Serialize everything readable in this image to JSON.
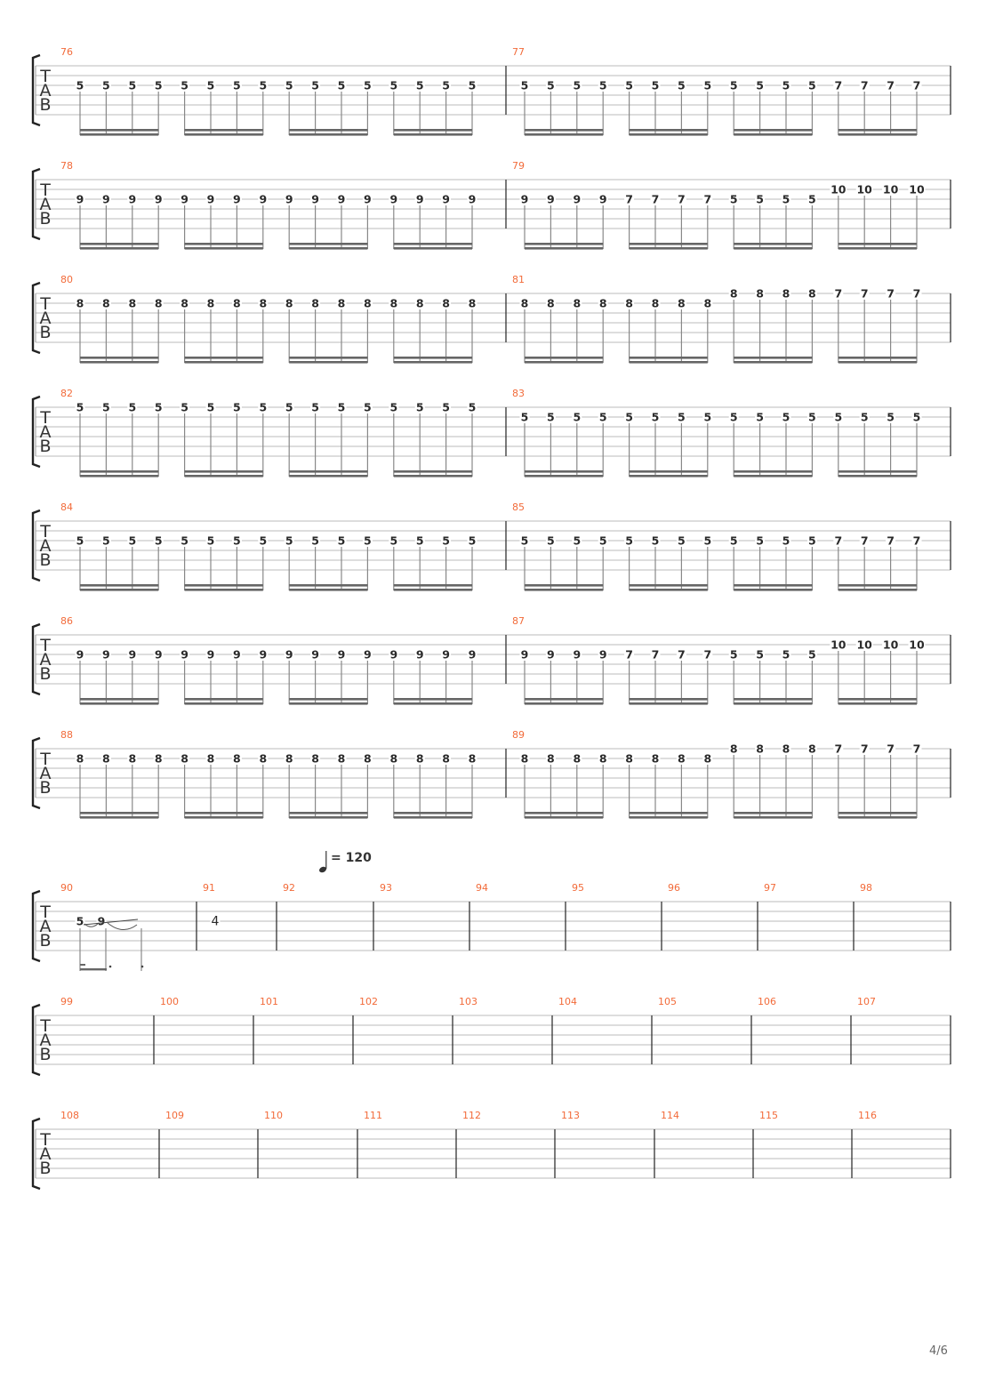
{
  "page_number": "4/6",
  "tempo": {
    "icon": "quarter-note-icon",
    "value": "= 120"
  },
  "tab_clef": [
    "T",
    "A",
    "B"
  ],
  "colors": {
    "measure_number": "#f26b3a",
    "staff_line": "#bbbbbb",
    "notes": "#2a2a2a"
  },
  "systems": [
    {
      "measures": [
        {
          "number": "76",
          "notes": [
            [
              "5",
              3
            ],
            [
              "5",
              3
            ],
            [
              "5",
              3
            ],
            [
              "5",
              3
            ],
            [
              "5",
              3
            ],
            [
              "5",
              3
            ],
            [
              "5",
              3
            ],
            [
              "5",
              3
            ],
            [
              "5",
              3
            ],
            [
              "5",
              3
            ],
            [
              "5",
              3
            ],
            [
              "5",
              3
            ],
            [
              "5",
              3
            ],
            [
              "5",
              3
            ],
            [
              "5",
              3
            ],
            [
              "5",
              3
            ]
          ]
        },
        {
          "number": "77",
          "notes": [
            [
              "5",
              3
            ],
            [
              "5",
              3
            ],
            [
              "5",
              3
            ],
            [
              "5",
              3
            ],
            [
              "5",
              3
            ],
            [
              "5",
              3
            ],
            [
              "5",
              3
            ],
            [
              "5",
              3
            ],
            [
              "5",
              3
            ],
            [
              "5",
              3
            ],
            [
              "5",
              3
            ],
            [
              "5",
              3
            ],
            [
              "7",
              3
            ],
            [
              "7",
              3
            ],
            [
              "7",
              3
            ],
            [
              "7",
              3
            ]
          ]
        }
      ]
    },
    {
      "measures": [
        {
          "number": "78",
          "notes": [
            [
              "9",
              3
            ],
            [
              "9",
              3
            ],
            [
              "9",
              3
            ],
            [
              "9",
              3
            ],
            [
              "9",
              3
            ],
            [
              "9",
              3
            ],
            [
              "9",
              3
            ],
            [
              "9",
              3
            ],
            [
              "9",
              3
            ],
            [
              "9",
              3
            ],
            [
              "9",
              3
            ],
            [
              "9",
              3
            ],
            [
              "9",
              3
            ],
            [
              "9",
              3
            ],
            [
              "9",
              3
            ],
            [
              "9",
              3
            ]
          ]
        },
        {
          "number": "79",
          "notes": [
            [
              "9",
              3
            ],
            [
              "9",
              3
            ],
            [
              "9",
              3
            ],
            [
              "9",
              3
            ],
            [
              "7",
              3
            ],
            [
              "7",
              3
            ],
            [
              "7",
              3
            ],
            [
              "7",
              3
            ],
            [
              "5",
              3
            ],
            [
              "5",
              3
            ],
            [
              "5",
              3
            ],
            [
              "5",
              3
            ],
            [
              "10",
              2
            ],
            [
              "10",
              2
            ],
            [
              "10",
              2
            ],
            [
              "10",
              2
            ]
          ]
        }
      ]
    },
    {
      "measures": [
        {
          "number": "80",
          "notes": [
            [
              "8",
              2
            ],
            [
              "8",
              2
            ],
            [
              "8",
              2
            ],
            [
              "8",
              2
            ],
            [
              "8",
              2
            ],
            [
              "8",
              2
            ],
            [
              "8",
              2
            ],
            [
              "8",
              2
            ],
            [
              "8",
              2
            ],
            [
              "8",
              2
            ],
            [
              "8",
              2
            ],
            [
              "8",
              2
            ],
            [
              "8",
              2
            ],
            [
              "8",
              2
            ],
            [
              "8",
              2
            ],
            [
              "8",
              2
            ]
          ]
        },
        {
          "number": "81",
          "notes": [
            [
              "8",
              2
            ],
            [
              "8",
              2
            ],
            [
              "8",
              2
            ],
            [
              "8",
              2
            ],
            [
              "8",
              2
            ],
            [
              "8",
              2
            ],
            [
              "8",
              2
            ],
            [
              "8",
              2
            ],
            [
              "8",
              1
            ],
            [
              "8",
              1
            ],
            [
              "8",
              1
            ],
            [
              "8",
              1
            ],
            [
              "7",
              1
            ],
            [
              "7",
              1
            ],
            [
              "7",
              1
            ],
            [
              "7",
              1
            ]
          ]
        }
      ]
    },
    {
      "measures": [
        {
          "number": "82",
          "notes": [
            [
              "5",
              1
            ],
            [
              "5",
              1
            ],
            [
              "5",
              1
            ],
            [
              "5",
              1
            ],
            [
              "5",
              1
            ],
            [
              "5",
              1
            ],
            [
              "5",
              1
            ],
            [
              "5",
              1
            ],
            [
              "5",
              1
            ],
            [
              "5",
              1
            ],
            [
              "5",
              1
            ],
            [
              "5",
              1
            ],
            [
              "5",
              1
            ],
            [
              "5",
              1
            ],
            [
              "5",
              1
            ],
            [
              "5",
              1
            ]
          ]
        },
        {
          "number": "83",
          "notes": [
            [
              "5",
              2
            ],
            [
              "5",
              2
            ],
            [
              "5",
              2
            ],
            [
              "5",
              2
            ],
            [
              "5",
              2
            ],
            [
              "5",
              2
            ],
            [
              "5",
              2
            ],
            [
              "5",
              2
            ],
            [
              "5",
              2
            ],
            [
              "5",
              2
            ],
            [
              "5",
              2
            ],
            [
              "5",
              2
            ],
            [
              "5",
              2
            ],
            [
              "5",
              2
            ],
            [
              "5",
              2
            ],
            [
              "5",
              2
            ]
          ]
        }
      ]
    },
    {
      "measures": [
        {
          "number": "84",
          "notes": [
            [
              "5",
              3
            ],
            [
              "5",
              3
            ],
            [
              "5",
              3
            ],
            [
              "5",
              3
            ],
            [
              "5",
              3
            ],
            [
              "5",
              3
            ],
            [
              "5",
              3
            ],
            [
              "5",
              3
            ],
            [
              "5",
              3
            ],
            [
              "5",
              3
            ],
            [
              "5",
              3
            ],
            [
              "5",
              3
            ],
            [
              "5",
              3
            ],
            [
              "5",
              3
            ],
            [
              "5",
              3
            ],
            [
              "5",
              3
            ]
          ]
        },
        {
          "number": "85",
          "notes": [
            [
              "5",
              3
            ],
            [
              "5",
              3
            ],
            [
              "5",
              3
            ],
            [
              "5",
              3
            ],
            [
              "5",
              3
            ],
            [
              "5",
              3
            ],
            [
              "5",
              3
            ],
            [
              "5",
              3
            ],
            [
              "5",
              3
            ],
            [
              "5",
              3
            ],
            [
              "5",
              3
            ],
            [
              "5",
              3
            ],
            [
              "7",
              3
            ],
            [
              "7",
              3
            ],
            [
              "7",
              3
            ],
            [
              "7",
              3
            ]
          ]
        }
      ]
    },
    {
      "measures": [
        {
          "number": "86",
          "notes": [
            [
              "9",
              3
            ],
            [
              "9",
              3
            ],
            [
              "9",
              3
            ],
            [
              "9",
              3
            ],
            [
              "9",
              3
            ],
            [
              "9",
              3
            ],
            [
              "9",
              3
            ],
            [
              "9",
              3
            ],
            [
              "9",
              3
            ],
            [
              "9",
              3
            ],
            [
              "9",
              3
            ],
            [
              "9",
              3
            ],
            [
              "9",
              3
            ],
            [
              "9",
              3
            ],
            [
              "9",
              3
            ],
            [
              "9",
              3
            ]
          ]
        },
        {
          "number": "87",
          "notes": [
            [
              "9",
              3
            ],
            [
              "9",
              3
            ],
            [
              "9",
              3
            ],
            [
              "9",
              3
            ],
            [
              "7",
              3
            ],
            [
              "7",
              3
            ],
            [
              "7",
              3
            ],
            [
              "7",
              3
            ],
            [
              "5",
              3
            ],
            [
              "5",
              3
            ],
            [
              "5",
              3
            ],
            [
              "5",
              3
            ],
            [
              "10",
              2
            ],
            [
              "10",
              2
            ],
            [
              "10",
              2
            ],
            [
              "10",
              2
            ]
          ]
        }
      ]
    },
    {
      "measures": [
        {
          "number": "88",
          "notes": [
            [
              "8",
              2
            ],
            [
              "8",
              2
            ],
            [
              "8",
              2
            ],
            [
              "8",
              2
            ],
            [
              "8",
              2
            ],
            [
              "8",
              2
            ],
            [
              "8",
              2
            ],
            [
              "8",
              2
            ],
            [
              "8",
              2
            ],
            [
              "8",
              2
            ],
            [
              "8",
              2
            ],
            [
              "8",
              2
            ],
            [
              "8",
              2
            ],
            [
              "8",
              2
            ],
            [
              "8",
              2
            ],
            [
              "8",
              2
            ]
          ]
        },
        {
          "number": "89",
          "notes": [
            [
              "8",
              2
            ],
            [
              "8",
              2
            ],
            [
              "8",
              2
            ],
            [
              "8",
              2
            ],
            [
              "8",
              2
            ],
            [
              "8",
              2
            ],
            [
              "8",
              2
            ],
            [
              "8",
              2
            ],
            [
              "8",
              1
            ],
            [
              "8",
              1
            ],
            [
              "8",
              1
            ],
            [
              "8",
              1
            ],
            [
              "7",
              1
            ],
            [
              "7",
              1
            ],
            [
              "7",
              1
            ],
            [
              "7",
              1
            ]
          ]
        }
      ]
    },
    {
      "measures": [
        {
          "number": "90",
          "notes": [
            [
              "5",
              3
            ],
            [
              "9",
              3
            ]
          ]
        },
        {
          "number": "91",
          "notes": [
            [
              "4",
              3
            ]
          ]
        },
        {
          "number": "92",
          "notes": []
        },
        {
          "number": "93",
          "notes": []
        },
        {
          "number": "94",
          "notes": []
        },
        {
          "number": "95",
          "notes": []
        },
        {
          "number": "96",
          "notes": []
        },
        {
          "number": "97",
          "notes": []
        },
        {
          "number": "98",
          "notes": []
        }
      ]
    },
    {
      "measures": [
        {
          "number": "99",
          "notes": []
        },
        {
          "number": "100",
          "notes": []
        },
        {
          "number": "101",
          "notes": []
        },
        {
          "number": "102",
          "notes": []
        },
        {
          "number": "103",
          "notes": []
        },
        {
          "number": "104",
          "notes": []
        },
        {
          "number": "105",
          "notes": []
        },
        {
          "number": "106",
          "notes": []
        },
        {
          "number": "107",
          "notes": []
        }
      ]
    },
    {
      "measures": [
        {
          "number": "108",
          "notes": []
        },
        {
          "number": "109",
          "notes": []
        },
        {
          "number": "110",
          "notes": []
        },
        {
          "number": "111",
          "notes": []
        },
        {
          "number": "112",
          "notes": []
        },
        {
          "number": "113",
          "notes": []
        },
        {
          "number": "114",
          "notes": []
        },
        {
          "number": "115",
          "notes": []
        },
        {
          "number": "116",
          "notes": []
        }
      ]
    }
  ]
}
